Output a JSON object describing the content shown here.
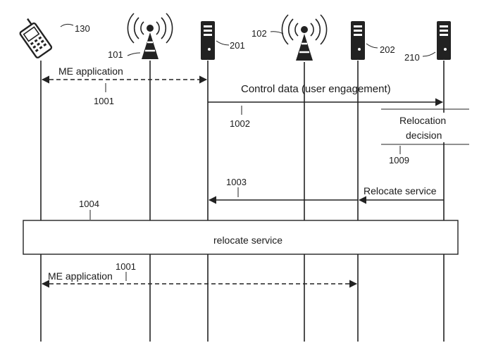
{
  "nodes": {
    "ue": {
      "ref": "130"
    },
    "bs1": {
      "ref": "101"
    },
    "server1": {
      "ref": "201"
    },
    "bs2": {
      "ref": "102"
    },
    "server2": {
      "ref": "202"
    },
    "controller": {
      "ref": "210"
    }
  },
  "messages": {
    "me_app_top": {
      "label": "ME application",
      "ref": "1001"
    },
    "control_data": {
      "label": "Control data (user engagement)",
      "ref": "1002"
    },
    "relocation_decision": {
      "line1": "Relocation",
      "line2": "decision",
      "ref": "1009"
    },
    "relocate_service_msg": {
      "label": "Relocate service",
      "ref": "1003"
    },
    "relocate_service_box": {
      "label": "relocate service",
      "ref": "1004"
    },
    "me_app_bottom": {
      "label": "ME application",
      "ref": "1001"
    }
  }
}
